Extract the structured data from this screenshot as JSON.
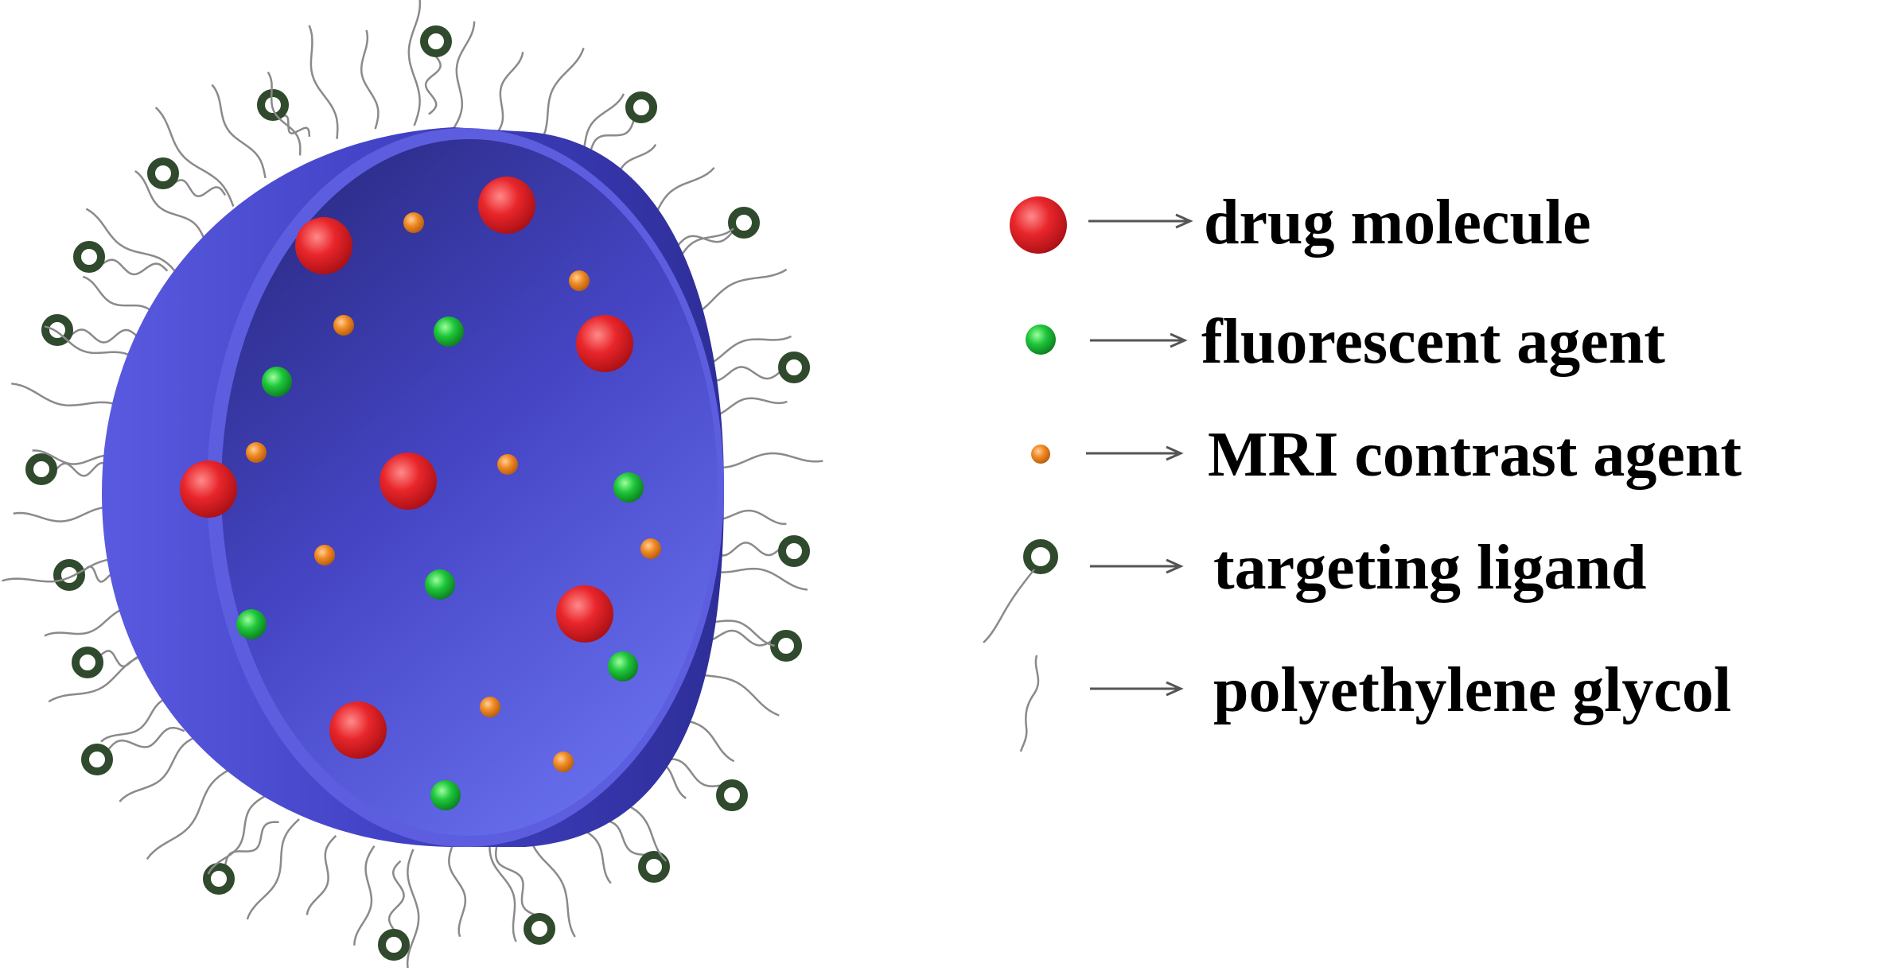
{
  "legend": {
    "items": [
      {
        "key": "drug",
        "label": "drug molecule",
        "icon": "red-sphere-icon"
      },
      {
        "key": "fluor",
        "label": "fluorescent agent",
        "icon": "green-sphere-icon"
      },
      {
        "key": "mri",
        "label": "MRI contrast agent",
        "icon": "orange-sphere-icon"
      },
      {
        "key": "ligand",
        "label": "targeting ligand",
        "icon": "ring-on-chain-icon"
      },
      {
        "key": "peg",
        "label": "polyethylene glycol",
        "icon": "wavy-chain-icon"
      }
    ]
  },
  "colors": {
    "shell_dark": "#2c2c8e",
    "shell_mid": "#4b4bd0",
    "shell_light": "#6a70ee",
    "rim": "#5d5ddf",
    "drug": "#e8262b",
    "fluorescent": "#1ec63a",
    "mri": "#f08a24",
    "ligand": "#2f4a2c",
    "peg": "#8a8a8a",
    "arrow": "#555555"
  }
}
